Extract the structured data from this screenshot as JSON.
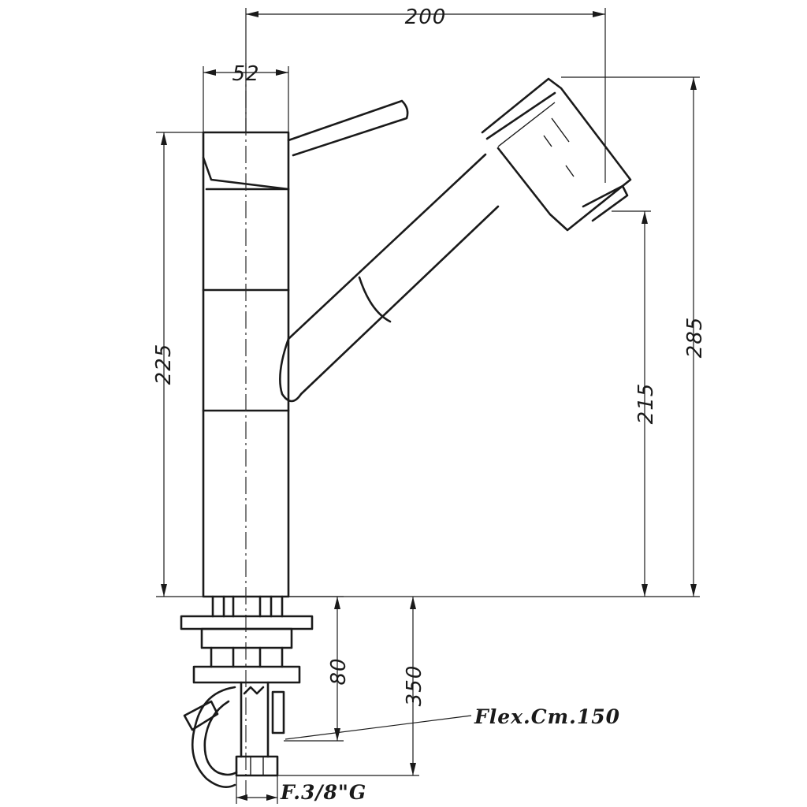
{
  "dimensions": {
    "overall_width": "200",
    "body_diameter": "52",
    "body_height": "225",
    "total_height": "285",
    "spout_height": "215",
    "below_deck": "80",
    "hose_length": "350"
  },
  "notes": {
    "flex_hose": "Flex.Cm.150",
    "connection": "F.3/8\"G"
  }
}
